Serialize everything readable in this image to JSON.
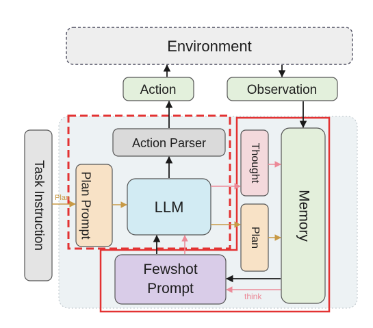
{
  "nodes": {
    "environment": "Environment",
    "action": "Action",
    "observation": "Observation",
    "task_instruction": "Task Instruction",
    "plan_prompt": "Plan Prompt",
    "action_parser": "Action Parser",
    "llm": "LLM",
    "thought": "Thought",
    "plan": "Plan",
    "memory": "Memory",
    "fewshot_prompt_line1": "Fewshot",
    "fewshot_prompt_line2": "Prompt"
  },
  "edge_labels": {
    "plan_in": "Plan",
    "think": "think"
  },
  "colors": {
    "environment_fill": "#eeeeee",
    "action_fill": "#e3f0dc",
    "instruction_fill": "#e4e4e4",
    "plan_prompt_fill": "#f8e2c6",
    "parser_fill": "#dadada",
    "llm_fill": "#d2ebf3",
    "thought_fill": "#f4d9dc",
    "plan_fill": "#f8e2c6",
    "memory_fill": "#e3efdb",
    "fewshot_fill": "#d9cce8",
    "panel_fill": "#edf2f4",
    "highlight_red": "#e33232",
    "arrow_orange": "#c89a46",
    "arrow_pink": "#ec8a98",
    "arrow_dark": "#1a1a1a"
  }
}
